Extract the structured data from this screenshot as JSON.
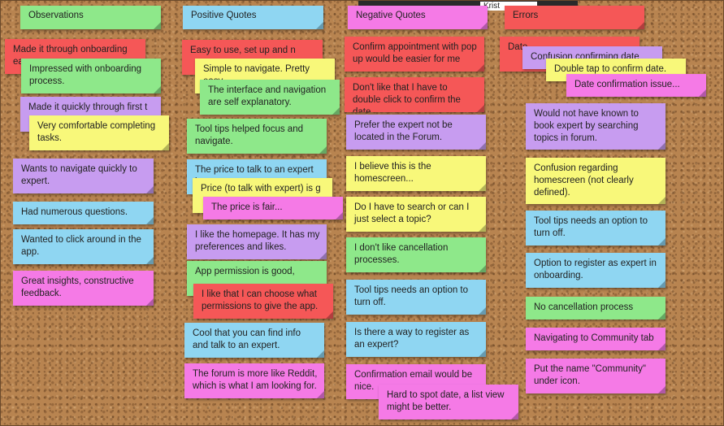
{
  "topbar": {
    "tab_label": "Krist"
  },
  "notes": [
    {
      "text": "Observations"
    },
    {
      "text": "Made it through onboarding ea"
    },
    {
      "text": "Impressed with onboarding process."
    },
    {
      "text": "Made it quickly through first t"
    },
    {
      "text": "Very comfortable completing tasks."
    },
    {
      "text": "Wants to navigate quickly to expert."
    },
    {
      "text": "Had numerous questions."
    },
    {
      "text": "Wanted to click around in the app."
    },
    {
      "text": "Great insights, constructive feedback."
    },
    {
      "text": "Positive Quotes"
    },
    {
      "text": "Easy to use, set up and n"
    },
    {
      "text": "Simple to navigate. Pretty easy"
    },
    {
      "text": "The interface and navigation are self explanatory."
    },
    {
      "text": "Tool tips helped focus and navigate."
    },
    {
      "text": "The price to talk to an expert is"
    },
    {
      "text": "Price (to talk with expert) is g"
    },
    {
      "text": "The price is fair..."
    },
    {
      "text": "I like the homepage. It has my preferences and likes."
    },
    {
      "text": "App permission is good,"
    },
    {
      "text": "I like that I can choose what permissions to give the app."
    },
    {
      "text": "Cool that you can find info and talk to an expert."
    },
    {
      "text": "The forum is more like Reddit, which is what I am looking for."
    },
    {
      "text": "Negative Quotes"
    },
    {
      "text": "Confirm appointment with pop up would be easier for me"
    },
    {
      "text": "Don't like that I have to double click to confirm the date."
    },
    {
      "text": "Prefer the expert not be located in the Forum."
    },
    {
      "text": "I believe this is the homescreen..."
    },
    {
      "text": "Do I have to search or can I just select a topic?"
    },
    {
      "text": "I don't like cancellation processes."
    },
    {
      "text": "Tool tips needs an option to turn off."
    },
    {
      "text": "Is there a way to register as an expert?"
    },
    {
      "text": "Confirmation email would be nice."
    },
    {
      "text": "Hard to spot date, a list view might be better."
    },
    {
      "text": "Errors"
    },
    {
      "text": "Date"
    },
    {
      "text": "Confusion confirming date"
    },
    {
      "text": "Double tap to confirm date."
    },
    {
      "text": "Date confirmation issue..."
    },
    {
      "text": "Would not have known to book expert by searching topics in forum."
    },
    {
      "text": "Confusion regarding homescreen (not clearly defined)."
    },
    {
      "text": "Tool tips needs an option to turn off."
    },
    {
      "text": "Option to register as expert in onboarding."
    },
    {
      "text": "No cancellation process"
    },
    {
      "text": "Navigating to Community tab"
    },
    {
      "text": "Put the name \"Community\" under icon."
    }
  ]
}
